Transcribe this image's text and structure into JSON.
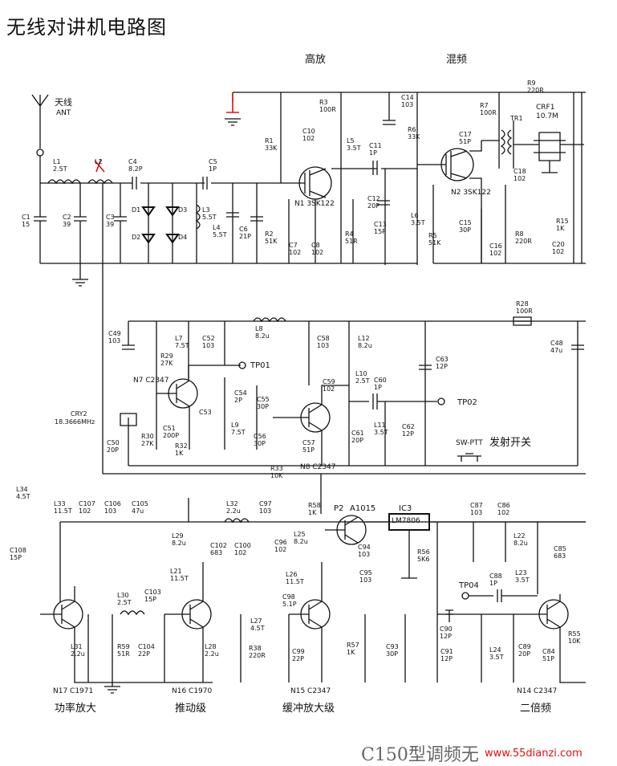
{
  "title": "无线对讲机电路图",
  "footer_text": "C150型调频无",
  "watermark": "www.55dianzi.com",
  "sections": [
    "高放",
    "混频",
    "发射开关",
    "功率放大",
    "推动级",
    "缓冲放大级",
    "二倍频"
  ],
  "test_points": [
    "TP01",
    "TP02",
    "TP04"
  ],
  "antenna_labels": [
    "天线",
    "ANT"
  ],
  "switch_label": "SW-PTT",
  "crystal_labels": [
    "CRY2",
    "18.3666MHz"
  ],
  "ic_label": "IC3",
  "ic_part": "LM7806",
  "p2_labels": [
    "P2",
    "A1015"
  ],
  "crf_labels": [
    "CRF1",
    "10.7M"
  ],
  "transistors": [
    {
      "ref": "N1",
      "part": "3SK122"
    },
    {
      "ref": "N2",
      "part": "3SK122"
    },
    {
      "ref": "N7",
      "part": "C2347"
    },
    {
      "ref": "N8",
      "part": "C2347"
    },
    {
      "ref": "N17",
      "part": "C1971"
    },
    {
      "ref": "N16",
      "part": "C1970"
    },
    {
      "ref": "N15",
      "part": "C2347"
    },
    {
      "ref": "N14",
      "part": "C2347"
    }
  ],
  "components": [
    {
      "ref": "L1",
      "value": "2.5T"
    },
    {
      "ref": "C4",
      "value": "8.2P"
    },
    {
      "ref": "C5",
      "value": "1P"
    },
    {
      "ref": "C1",
      "value": "15"
    },
    {
      "ref": "C2",
      "value": "39"
    },
    {
      "ref": "C3",
      "value": "39"
    },
    {
      "ref": "D1",
      "value": ""
    },
    {
      "ref": "D2",
      "value": ""
    },
    {
      "ref": "D3",
      "value": ""
    },
    {
      "ref": "D4",
      "value": ""
    },
    {
      "ref": "L3",
      "value": "5.5T"
    },
    {
      "ref": "L4",
      "value": "5.5T"
    },
    {
      "ref": "C6",
      "value": "21P"
    },
    {
      "ref": "R1",
      "value": "33K"
    },
    {
      "ref": "R3",
      "value": "100R"
    },
    {
      "ref": "C10",
      "value": "102"
    },
    {
      "ref": "L5",
      "value": "3.5T"
    },
    {
      "ref": "R2",
      "value": "51K"
    },
    {
      "ref": "C7",
      "value": "102"
    },
    {
      "ref": "C8",
      "value": "102"
    },
    {
      "ref": "R4",
      "value": "51R"
    },
    {
      "ref": "C14",
      "value": "103"
    },
    {
      "ref": "C11",
      "value": "1P"
    },
    {
      "ref": "C12",
      "value": "20P"
    },
    {
      "ref": "C13",
      "value": "15P"
    },
    {
      "ref": "R6",
      "value": "33K"
    },
    {
      "ref": "L6",
      "value": "3.5T"
    },
    {
      "ref": "R7",
      "value": "100R"
    },
    {
      "ref": "C17",
      "value": "51P"
    },
    {
      "ref": "TR1",
      "value": ""
    },
    {
      "ref": "C18",
      "value": "102"
    },
    {
      "ref": "R9",
      "value": "220R"
    },
    {
      "ref": "R5",
      "value": "51K"
    },
    {
      "ref": "C15",
      "value": "30P"
    },
    {
      "ref": "C16",
      "value": "102"
    },
    {
      "ref": "R8",
      "value": "220R"
    },
    {
      "ref": "R15",
      "value": "1K"
    },
    {
      "ref": "C20",
      "value": "102"
    },
    {
      "ref": "C49",
      "value": "103"
    },
    {
      "ref": "L7",
      "value": "7.5T"
    },
    {
      "ref": "C52",
      "value": "103"
    },
    {
      "ref": "L8",
      "value": "8.2u"
    },
    {
      "ref": "C58",
      "value": "103"
    },
    {
      "ref": "L12",
      "value": "8.2u"
    },
    {
      "ref": "R28",
      "value": "100R"
    },
    {
      "ref": "C48",
      "value": "47u"
    },
    {
      "ref": "R29",
      "value": "27K"
    },
    {
      "ref": "C59",
      "value": "102"
    },
    {
      "ref": "C63",
      "value": "12P"
    },
    {
      "ref": "L10",
      "value": "2.5T"
    },
    {
      "ref": "C60",
      "value": "1P"
    },
    {
      "ref": "C54",
      "value": "2P"
    },
    {
      "ref": "C55",
      "value": "30P"
    },
    {
      "ref": "C51",
      "value": "200P"
    },
    {
      "ref": "C53",
      "value": ""
    },
    {
      "ref": "L9",
      "value": "7.5T"
    },
    {
      "ref": "C56",
      "value": "30P"
    },
    {
      "ref": "C57",
      "value": "51P"
    },
    {
      "ref": "C61",
      "value": "20P"
    },
    {
      "ref": "L11",
      "value": "3.5T"
    },
    {
      "ref": "C62",
      "value": "12P"
    },
    {
      "ref": "R30",
      "value": "27K"
    },
    {
      "ref": "R32",
      "value": "1K"
    },
    {
      "ref": "C50",
      "value": "20P"
    },
    {
      "ref": "R33",
      "value": "10K"
    },
    {
      "ref": "L34",
      "value": "4.5T"
    },
    {
      "ref": "L33",
      "value": "11.5T"
    },
    {
      "ref": "C107",
      "value": "102"
    },
    {
      "ref": "C106",
      "value": "103"
    },
    {
      "ref": "C105",
      "value": "47u"
    },
    {
      "ref": "L32",
      "value": "2.2u"
    },
    {
      "ref": "C97",
      "value": "103"
    },
    {
      "ref": "R58",
      "value": "1K"
    },
    {
      "ref": "C87",
      "value": "103"
    },
    {
      "ref": "C86",
      "value": "102"
    },
    {
      "ref": "C108",
      "value": "15P"
    },
    {
      "ref": "L29",
      "value": "8.2u"
    },
    {
      "ref": "C102",
      "value": "683"
    },
    {
      "ref": "C100",
      "value": "102"
    },
    {
      "ref": "C96",
      "value": "102"
    },
    {
      "ref": "L25",
      "value": "8.2u"
    },
    {
      "ref": "C94",
      "value": "103"
    },
    {
      "ref": "R56",
      "value": "5K6"
    },
    {
      "ref": "L22",
      "value": "8.2u"
    },
    {
      "ref": "C85",
      "value": "683"
    },
    {
      "ref": "L30",
      "value": "2.5T"
    },
    {
      "ref": "C103",
      "value": "15P"
    },
    {
      "ref": "L26",
      "value": "11.5T"
    },
    {
      "ref": "C98",
      "value": "5.1P"
    },
    {
      "ref": "C95",
      "value": "103"
    },
    {
      "ref": "C88",
      "value": "1P"
    },
    {
      "ref": "L23",
      "value": "3.5T"
    },
    {
      "ref": "L31",
      "value": "2.2u"
    },
    {
      "ref": "R59",
      "value": "51R"
    },
    {
      "ref": "C104",
      "value": "22P"
    },
    {
      "ref": "L28",
      "value": "2.2u"
    },
    {
      "ref": "R38",
      "value": "220R"
    },
    {
      "ref": "L27",
      "value": "4.5T"
    },
    {
      "ref": "C99",
      "value": "22P"
    },
    {
      "ref": "R57",
      "value": "1K"
    },
    {
      "ref": "C93",
      "value": "30P"
    },
    {
      "ref": "C90",
      "value": "12P"
    },
    {
      "ref": "C91",
      "value": "12P"
    },
    {
      "ref": "L24",
      "value": "3.5T"
    },
    {
      "ref": "C89",
      "value": "20P"
    },
    {
      "ref": "C84",
      "value": "51P"
    },
    {
      "ref": "R55",
      "value": "10K"
    },
    {
      "ref": "L2",
      "value": ""
    },
    {
      "ref": "L21",
      "value": "11.5T"
    }
  ]
}
